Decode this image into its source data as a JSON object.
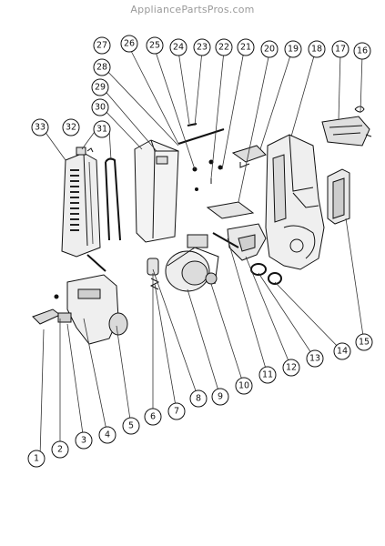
{
  "watermark": "AppliancePartsPros.com",
  "callouts": [
    {
      "label": "1"
    },
    {
      "label": "2"
    },
    {
      "label": "3"
    },
    {
      "label": "4"
    },
    {
      "label": "5"
    },
    {
      "label": "6"
    },
    {
      "label": "7"
    },
    {
      "label": "8"
    },
    {
      "label": "9"
    },
    {
      "label": "10"
    },
    {
      "label": "11"
    },
    {
      "label": "12"
    },
    {
      "label": "13"
    },
    {
      "label": "14"
    },
    {
      "label": "15"
    },
    {
      "label": "16"
    },
    {
      "label": "17"
    },
    {
      "label": "18"
    },
    {
      "label": "19"
    },
    {
      "label": "20"
    },
    {
      "label": "21"
    },
    {
      "label": "22"
    },
    {
      "label": "23"
    },
    {
      "label": "24"
    },
    {
      "label": "25"
    },
    {
      "label": "26"
    },
    {
      "label": "27"
    },
    {
      "label": "28"
    },
    {
      "label": "29"
    },
    {
      "label": "30"
    },
    {
      "label": "31"
    },
    {
      "label": "32"
    },
    {
      "label": "33"
    }
  ]
}
